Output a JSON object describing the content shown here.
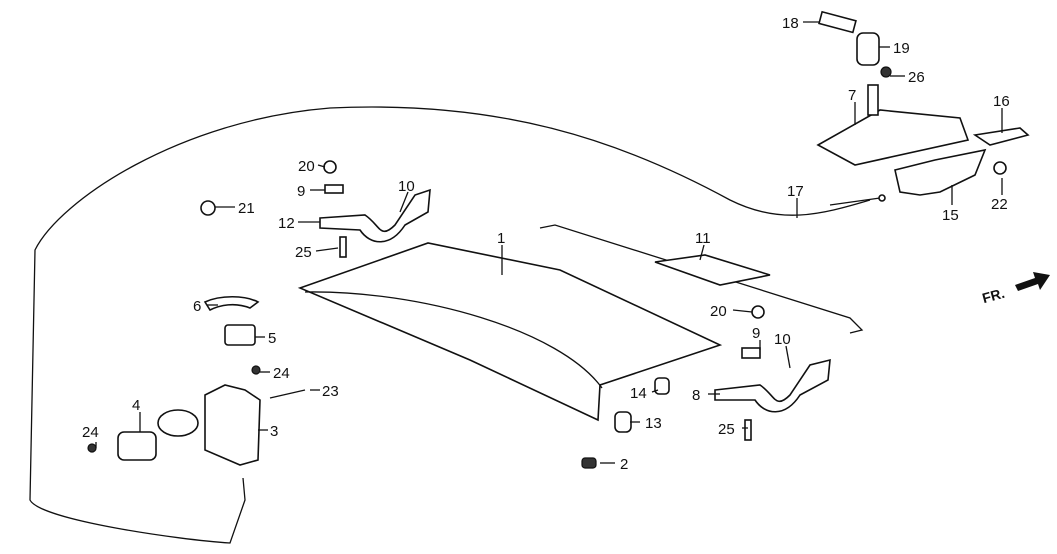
{
  "diagram": {
    "callouts": [
      {
        "id": "18",
        "label": "18"
      },
      {
        "id": "19",
        "label": "19"
      },
      {
        "id": "26",
        "label": "26"
      },
      {
        "id": "7",
        "label": "7"
      },
      {
        "id": "16",
        "label": "16"
      },
      {
        "id": "17",
        "label": "17"
      },
      {
        "id": "15",
        "label": "15"
      },
      {
        "id": "22",
        "label": "22"
      },
      {
        "id": "20a",
        "label": "20"
      },
      {
        "id": "9a",
        "label": "9"
      },
      {
        "id": "10a",
        "label": "10"
      },
      {
        "id": "12",
        "label": "12"
      },
      {
        "id": "25a",
        "label": "25"
      },
      {
        "id": "21",
        "label": "21"
      },
      {
        "id": "1",
        "label": "1"
      },
      {
        "id": "11",
        "label": "11"
      },
      {
        "id": "6",
        "label": "6"
      },
      {
        "id": "5",
        "label": "5"
      },
      {
        "id": "24a",
        "label": "24"
      },
      {
        "id": "23",
        "label": "23"
      },
      {
        "id": "4",
        "label": "4"
      },
      {
        "id": "3",
        "label": "3"
      },
      {
        "id": "24b",
        "label": "24"
      },
      {
        "id": "20b",
        "label": "20"
      },
      {
        "id": "9b",
        "label": "9"
      },
      {
        "id": "10b",
        "label": "10"
      },
      {
        "id": "8",
        "label": "8"
      },
      {
        "id": "25b",
        "label": "25"
      },
      {
        "id": "14",
        "label": "14"
      },
      {
        "id": "13",
        "label": "13"
      },
      {
        "id": "2",
        "label": "2"
      }
    ],
    "direction_label": "FR."
  }
}
